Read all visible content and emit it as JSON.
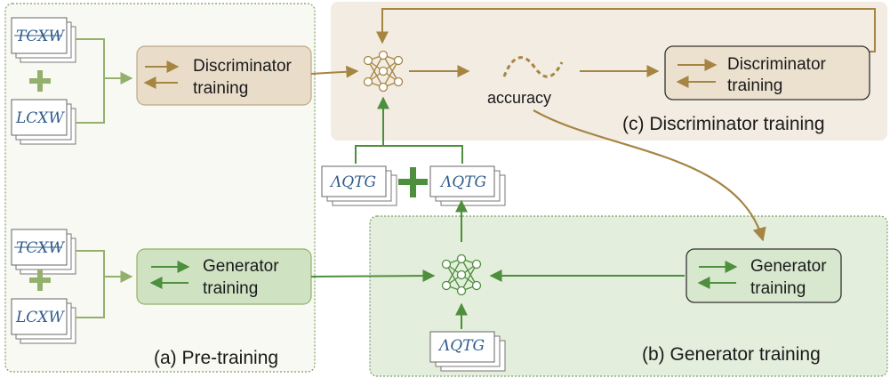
{
  "panels": {
    "pretraining": {
      "label": "(a) Pre-training"
    },
    "generator": {
      "label": "(b) Generator training"
    },
    "discriminator": {
      "label": "(c) Discriminator training"
    }
  },
  "boxes": {
    "pretrain_discriminator": {
      "line1": "Discriminator",
      "line2": "training"
    },
    "pretrain_generator": {
      "line1": "Generator",
      "line2": "training"
    },
    "disc_stage": {
      "line1": "Discriminator",
      "line2": "training"
    },
    "gen_stage": {
      "line1": "Generator",
      "line2": "training"
    }
  },
  "metric": {
    "label": "accuracy"
  },
  "captcha_samples": {
    "real_text": "LCXW",
    "real_dec": "TCXW",
    "synth_plain": "ΛQTG",
    "synth_styled": "ΛQTG",
    "synth_noisy": "ΛQTG"
  },
  "colors": {
    "disc": "#a68543",
    "gen": "#4d8f3c",
    "pretrain_bg": "#f7f8f1",
    "gen_bg": "#e4eedd",
    "disc_bg": "#f2ece2"
  }
}
